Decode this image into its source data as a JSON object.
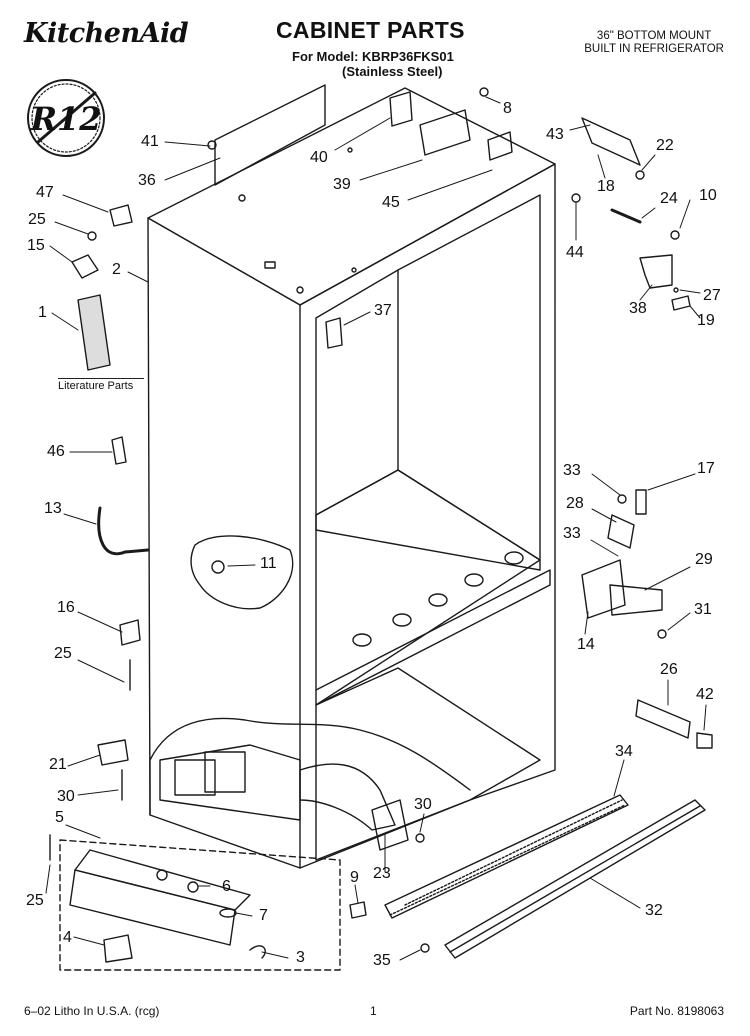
{
  "header": {
    "brand": "KitchenAid",
    "title": "CABINET PARTS",
    "model_line1": "For Model: KBRP36FKS01",
    "model_line2": "(Stainless Steel)",
    "desc_line1": "36\" BOTTOM MOUNT",
    "desc_line2": "BUILT IN REFRIGERATOR"
  },
  "badge": {
    "text": "R12"
  },
  "literature_label": "Literature Parts",
  "callouts": [
    "41",
    "40",
    "39",
    "36",
    "8",
    "43",
    "22",
    "18",
    "47",
    "25",
    "15",
    "2",
    "45",
    "44",
    "24",
    "10",
    "1",
    "37",
    "27",
    "38",
    "19",
    "46",
    "33",
    "17",
    "28",
    "13",
    "11",
    "33",
    "29",
    "16",
    "14",
    "31",
    "25",
    "26",
    "42",
    "34",
    "21",
    "30",
    "30",
    "5",
    "6",
    "23",
    "9",
    "25",
    "7",
    "32",
    "4",
    "3",
    "35"
  ],
  "footer": {
    "left": "6–02 Litho In U.S.A. (rcg)",
    "center": "1",
    "right": "Part No. 8198063"
  }
}
